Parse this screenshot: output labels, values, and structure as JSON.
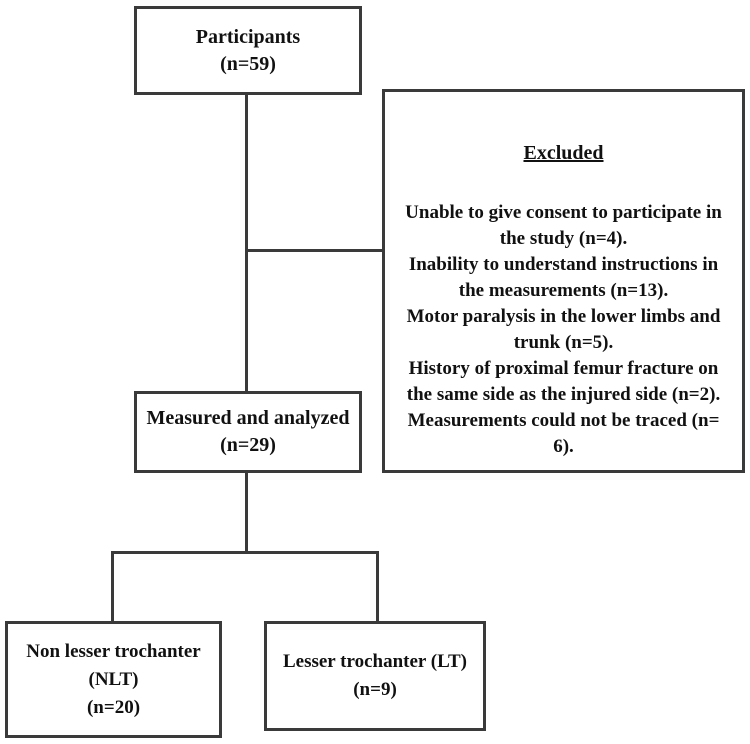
{
  "diagram": {
    "type": "study-participant-flow-chart",
    "nodes": {
      "participants": {
        "title": "Participants",
        "count": "(n=59)"
      },
      "excluded": {
        "heading": "Excluded",
        "reasons": [
          "Unable to give consent to participate in the study (n=4).",
          "Inability to understand instructions in the measurements (n=13).",
          "Motor paralysis in the lower limbs and trunk (n=5).",
          "History of proximal femur fracture on the same side as the injured side (n=2).",
          "Measurements could not be traced (n= 6)."
        ]
      },
      "measured": {
        "title": "Measured and analyzed",
        "count": "(n=29)"
      },
      "non_lesser_trochanter": {
        "title": "Non lesser trochanter",
        "abbreviation": "(NLT)",
        "count": "(n=20)"
      },
      "lesser_trochanter": {
        "title": "Lesser trochanter (LT)",
        "count": "(n=9)"
      }
    },
    "colors": {
      "line": "#3a3a3a",
      "text": "#111111",
      "background": "#ffffff"
    }
  }
}
